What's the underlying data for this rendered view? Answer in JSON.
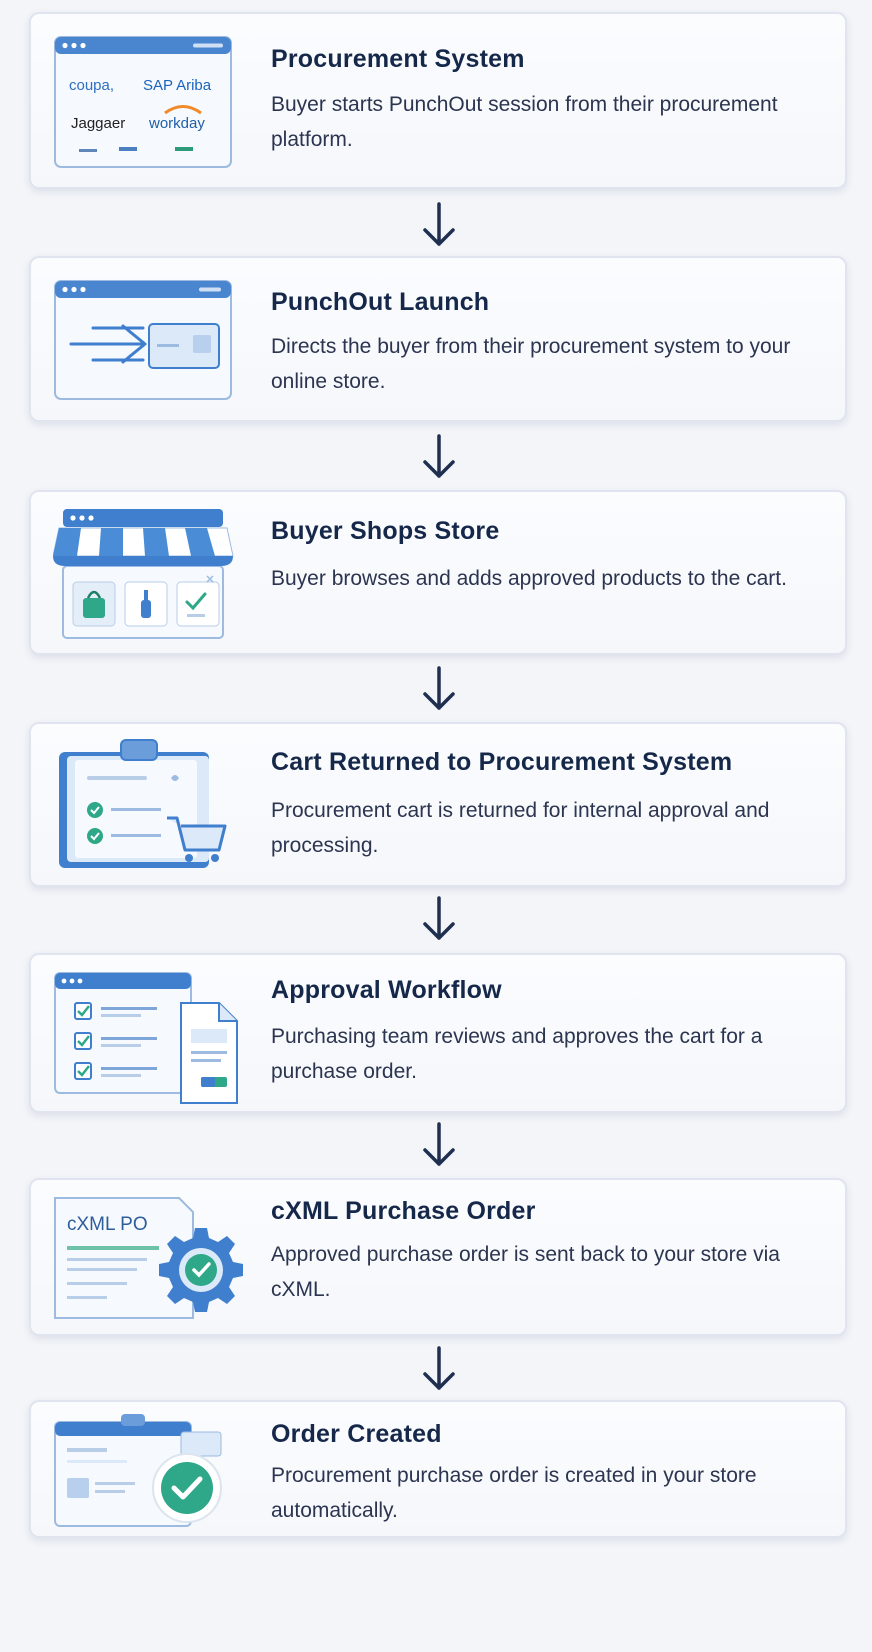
{
  "steps": [
    {
      "title": "Procurement System",
      "desc": "Buyer starts  PunchOut session from their procurement platform.",
      "logos": {
        "coupa": "coupa,",
        "ariba": "SAP Ariba",
        "jaggaer": "Jaggaer",
        "workday": "workday"
      }
    },
    {
      "title": "PunchOut Launch",
      "desc": "Directs the buyer from their procurement system to your online store."
    },
    {
      "title": "Buyer Shops Store",
      "desc": "Buyer browses and adds approved products to the cart."
    },
    {
      "title": "Cart Returned to Procurement System",
      "desc": "Procurement cart is returned for internal approval and processing."
    },
    {
      "title": "Approval Workflow",
      "desc": "Purchasing team reviews and approves the cart for a purchase order."
    },
    {
      "title": "cXML Purchase Order",
      "desc": "Approved purchase order is sent back to your store via cXML.",
      "doc_label": "cXML PO"
    },
    {
      "title": "Order Created",
      "desc": "Procurement purchase order is created in your store automatically."
    }
  ],
  "icons": {
    "step1": "procurement-platform-icon",
    "step2": "punchout-launch-icon",
    "step3": "storefront-icon",
    "step4": "clipboard-cart-icon",
    "step5": "approval-checklist-icon",
    "step6": "cxml-gear-icon",
    "step7": "order-created-check-icon",
    "arrow": "down-arrow-icon"
  },
  "colors": {
    "primary": "#3f7fce",
    "light": "#dce9f8",
    "green": "#2fa889",
    "dark": "#16284a"
  }
}
